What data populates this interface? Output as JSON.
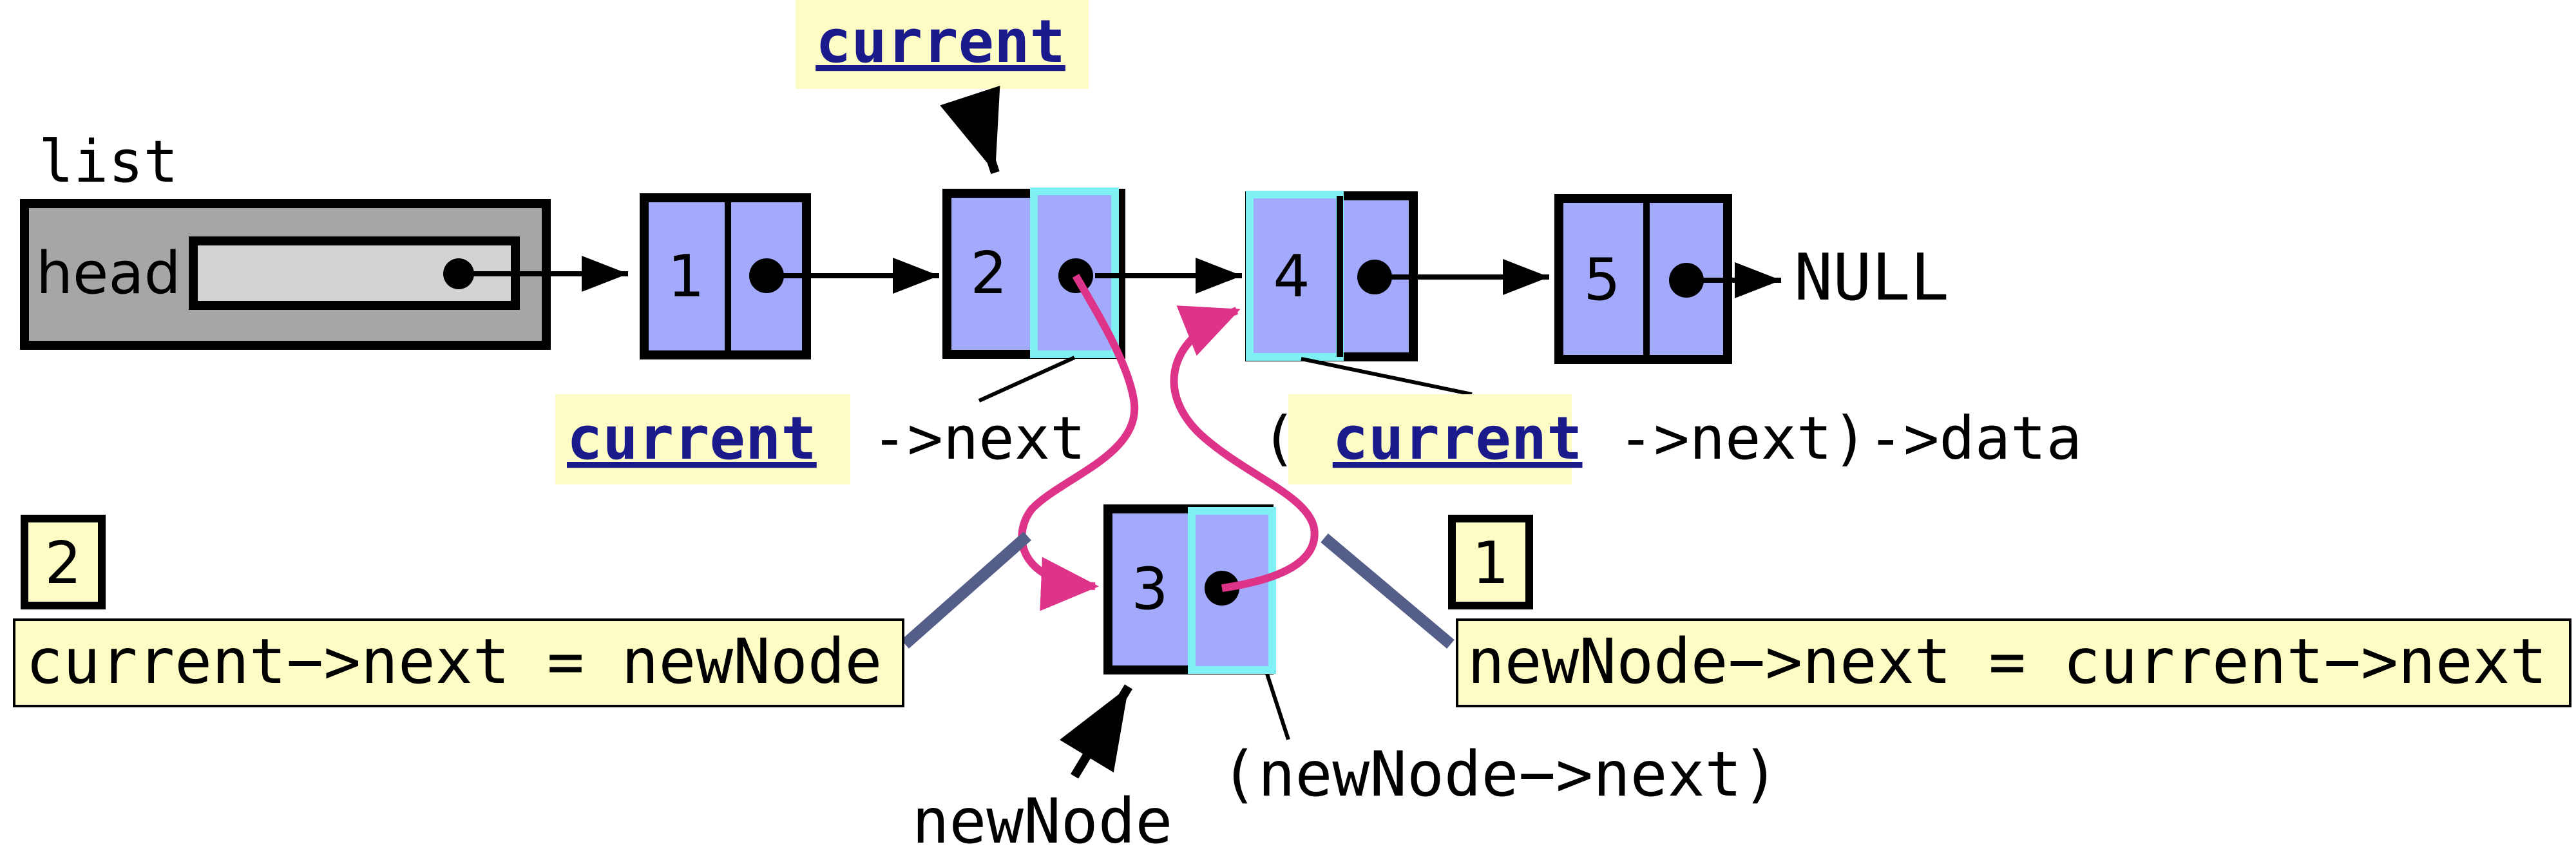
{
  "colors": {
    "node_fill": "#a3a9fb",
    "node_stroke": "#000000",
    "highlight_stroke": "#7ff1f5",
    "pink_arrow": "#dd3388",
    "label_bg": "#fdfcc4",
    "list_box_fill": "#a6a6a6",
    "head_field_fill": "#d3d3d3",
    "current_text": "#1a1a8c",
    "slash_line": "#555e88"
  },
  "list": {
    "label": "list",
    "field_label": "head"
  },
  "nodes": [
    {
      "data": "1"
    },
    {
      "data": "2"
    },
    {
      "data": "4"
    },
    {
      "data": "5"
    },
    {
      "data": "3"
    }
  ],
  "null_label": "NULL",
  "labels": {
    "current_top": "current",
    "current_next_word": "current",
    "current_next_rest": "->next",
    "data_open": "(",
    "data_word": "current",
    "data_rest": "->next)->data",
    "newnode": "newNode",
    "newnode_next": "(newNode−>next)"
  },
  "steps": [
    {
      "number": "1",
      "code": "newNode−>next = current−>next"
    },
    {
      "number": "2",
      "code": "current−>next = newNode"
    }
  ]
}
